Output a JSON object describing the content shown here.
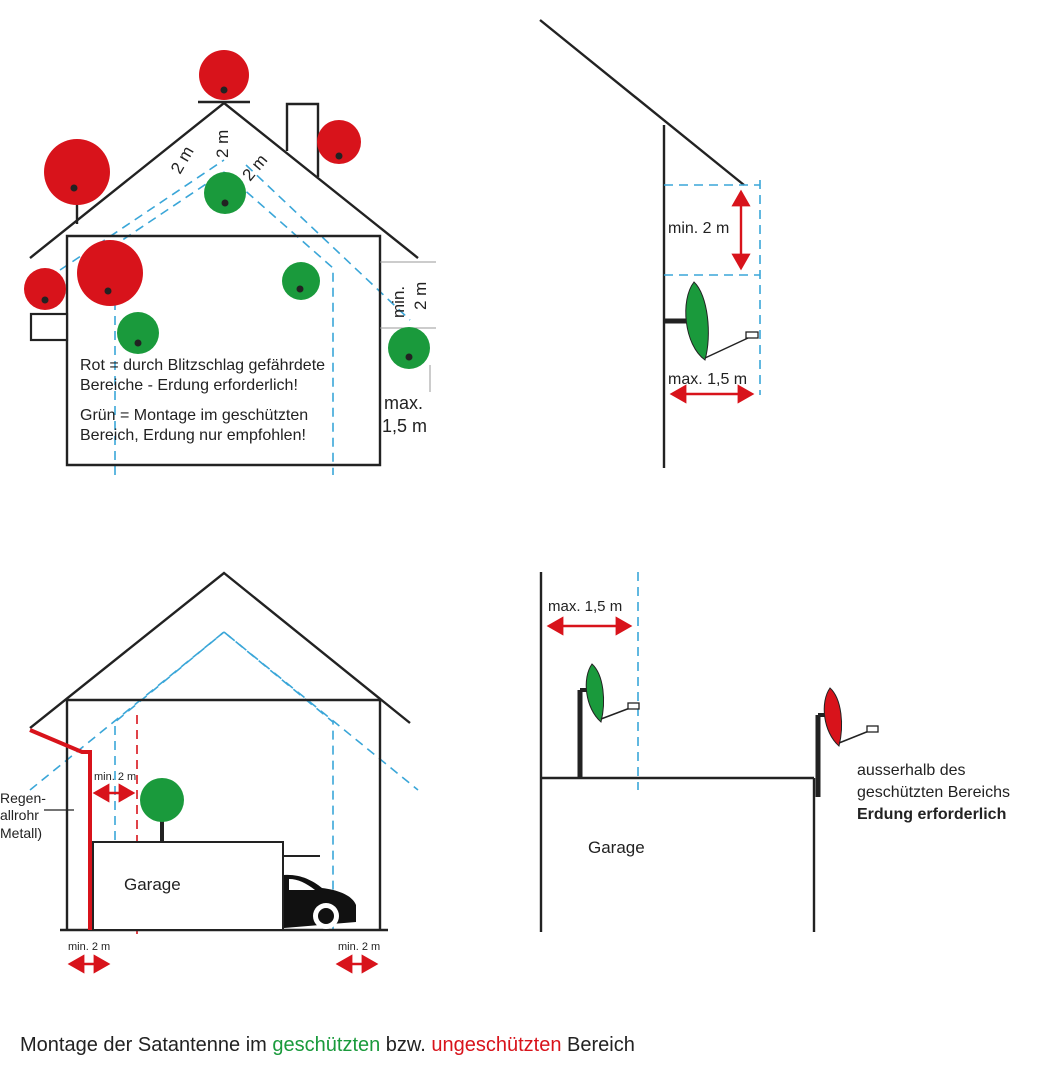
{
  "colors": {
    "red": "#d8131b",
    "green": "#1a9a3c",
    "blue_dash": "#3aa6d8",
    "line": "#222222"
  },
  "panel1": {
    "roof_labels": [
      "2 m",
      "2 m",
      "2 m"
    ],
    "side_label": [
      "min.",
      "2 m"
    ],
    "max_label": [
      "max.",
      "1,5 m"
    ],
    "legend_red": [
      "Rot = durch Blitzschlag gefährdete",
      "Bereiche - Erdung erforderlich!"
    ],
    "legend_green": [
      "Grün = Montage im geschützten",
      "Bereich, Erdung nur empfohlen!"
    ]
  },
  "panel2": {
    "min_label": "min. 2 m",
    "max_label": "max. 1,5 m"
  },
  "panel3": {
    "pipe_label": [
      "Regen-",
      "allrohr",
      "Metall)"
    ],
    "min_top": "min. 2 m",
    "min_left": "min. 2 m",
    "min_right": "min. 2 m",
    "garage": "Garage"
  },
  "panel4": {
    "max_label": "max. 1,5 m",
    "garage": "Garage",
    "note_line1": "ausserhalb des",
    "note_line2": "geschützten Bereichs",
    "note_bold": "Erdung erforderlich"
  },
  "caption": {
    "prefix": "Montage der Satantenne im ",
    "green": "geschützten",
    "middle": " bzw. ",
    "red": "ungeschützten",
    "suffix": " Bereich"
  }
}
